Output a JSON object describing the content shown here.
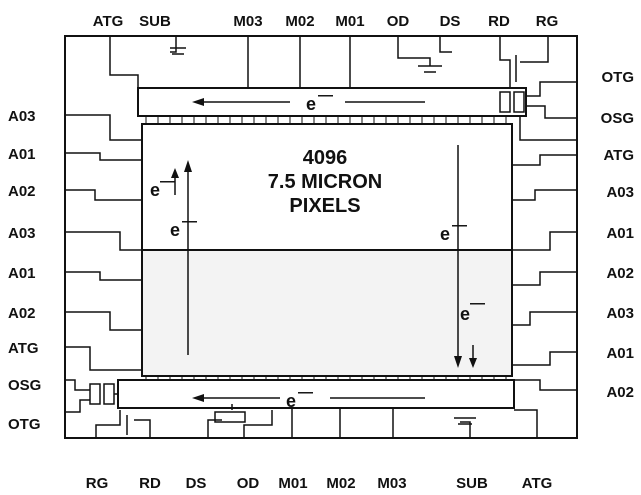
{
  "top_labels": [
    "ATG",
    "SUB",
    "M03",
    "M02",
    "M01",
    "OD",
    "DS",
    "RD",
    "RG"
  ],
  "bottom_labels": [
    "RG",
    "RD",
    "DS",
    "OD",
    "M01",
    "M02",
    "M03",
    "SUB",
    "ATG"
  ],
  "left_labels": [
    "A03",
    "A01",
    "A02",
    "A03",
    "A01",
    "A02",
    "ATG",
    "OSG",
    "OTG"
  ],
  "right_labels": [
    "OTG",
    "OSG",
    "ATG",
    "A03",
    "A01",
    "A02",
    "A03",
    "A01",
    "A02"
  ],
  "center_text": {
    "line1": "4096",
    "line2": "7.5 MICRON",
    "line3": "PIXELS"
  },
  "electron_symbol": "e",
  "electron_charge": "—",
  "colors": {
    "ink": "#111111",
    "background": "#ffffff"
  }
}
